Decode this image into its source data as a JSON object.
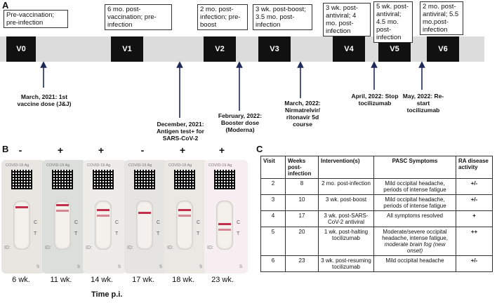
{
  "panel_labels": {
    "a": "A",
    "b": "B",
    "c": "C"
  },
  "panel_a": {
    "visits": [
      "V0",
      "V1",
      "V2",
      "V3",
      "V4",
      "V5",
      "V6"
    ],
    "status": [
      "Pre-vaccination; pre-infection",
      "6 mo. post-vaccination; pre-infection",
      "2 mo. post-infection; pre-boost",
      "3 wk. post-boost; 3.5 mo. post-infection",
      "3 wk. post-antiviral; 4 mo. post-infection",
      "5 wk. post-antiviral; 4.5 mo. post-infection",
      "2 mo. post-antiviral; 5.5 mo.post-infection"
    ],
    "events": [
      "March, 2021: 1st vaccine dose (J&J)",
      "December, 2021: Antigen test+ for SARS-CoV-2",
      "February, 2022: Booster dose (Moderna)",
      "March, 2022: Nirmatrelvir/ ritonavir 5d course",
      "April, 2022: Stop tocilizumab",
      "May, 2022: Re-start tocilizumab"
    ]
  },
  "panel_b": {
    "results": [
      "-",
      "+",
      "+",
      "-",
      "+",
      "+"
    ],
    "weeks": [
      "6 wk.",
      "11 wk.",
      "14 wk.",
      "17 wk.",
      "18 wk.",
      "23 wk."
    ],
    "strip_text": {
      "header": "COVID-19 Ag",
      "c": "C",
      "t": "T",
      "id": "ID:",
      "s": "S"
    },
    "axis_title": "Time p.i."
  },
  "panel_c": {
    "headers": [
      "Visit",
      "Weeks post-infection",
      "Intervention(s)",
      "PASC Symptoms",
      "RA disease activity"
    ],
    "rows": [
      {
        "visit": "2",
        "weeks": "8",
        "intervention": "2 mo. post-infection",
        "symptoms": "Mild occipital headache, periods of intense fatigue",
        "symptoms_em": "",
        "ra": "+/-"
      },
      {
        "visit": "3",
        "weeks": "10",
        "intervention": "3 wk. post-boost",
        "symptoms": "Mild occipital headache, periods of intense fatigue",
        "symptoms_em": "",
        "ra": "+/-"
      },
      {
        "visit": "4",
        "weeks": "17",
        "intervention": "3 wk. post-SARS-CoV-2 antiviral",
        "symptoms": "All symptoms resolved",
        "symptoms_em": "",
        "ra": "+"
      },
      {
        "visit": "5",
        "weeks": "20",
        "intervention": "1 wk. post-halting tocilizumab",
        "symptoms": "Moderate/severe occipital headache, intense fatigue,",
        "symptoms_em": "moderate brain fog (new onset)",
        "ra": "++"
      },
      {
        "visit": "6",
        "weeks": "23",
        "intervention": "3 wk. post-resuming tocilizumab",
        "symptoms": "Mild occipital headache",
        "symptoms_em": "",
        "ra": "+/-"
      }
    ]
  },
  "colors": {
    "visit_box": "#111111",
    "timeline": "#dcdcdc",
    "arrow": "#1f2a5c",
    "test_line": "#c0304a"
  }
}
